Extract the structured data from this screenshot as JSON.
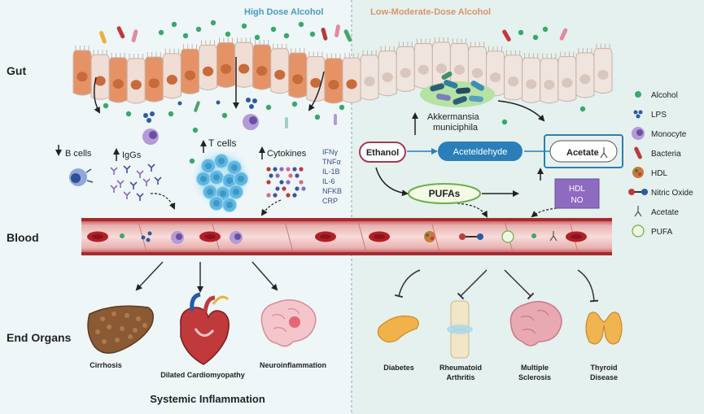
{
  "panels": {
    "left_title": "High Dose Alcohol",
    "right_title": "Low-Moderate-Dose Alcohol"
  },
  "rows": {
    "gut": "Gut",
    "blood": "Blood",
    "end_organs": "End Organs"
  },
  "high_dose": {
    "b_cells": "B cells",
    "iggs": "IgGs",
    "t_cells": "T cells",
    "cytokines": "Cytokines",
    "cytokine_list": [
      "IFNγ",
      "TNFα",
      "IL-1B",
      "IL-6",
      "NFKB",
      "CRP"
    ],
    "organs": [
      "Cirrhosis",
      "Dilated Cardiomyopathy",
      "Neuroinflammation"
    ],
    "summary": "Systemic Inflammation"
  },
  "low_dose": {
    "akkermansia_line1": "Akkermansia",
    "akkermansia_line2": "municiphila",
    "ethanol": "Ethanol",
    "aceteldehyde": "Aceteldehyde",
    "acetate": "Acetate",
    "pufas": "PUFAs",
    "hdl": "HDL",
    "no": "NO",
    "organs": [
      {
        "line1": "Diabetes",
        "line2": ""
      },
      {
        "line1": "Rheumatoid",
        "line2": "Arthritis"
      },
      {
        "line1": "Multiple",
        "line2": "Sclerosis"
      },
      {
        "line1": "Thyroid",
        "line2": "Disease"
      }
    ]
  },
  "legend": {
    "items": [
      {
        "label": "Alcohol",
        "icon": "alcohol-dot-icon"
      },
      {
        "label": "LPS",
        "icon": "lps-icon"
      },
      {
        "label": "Monocyte",
        "icon": "monocyte-icon"
      },
      {
        "label": "Bacteria",
        "icon": "bacteria-icon"
      },
      {
        "label": "HDL",
        "icon": "hdl-icon"
      },
      {
        "label": "Nitric Oxide",
        "icon": "nitric-oxide-icon"
      },
      {
        "label": "Acetate",
        "icon": "acetate-icon"
      },
      {
        "label": "PUFA",
        "icon": "pufa-icon"
      }
    ]
  },
  "colors": {
    "left_bg": "#eef6f8",
    "right_bg": "#e4f1ee",
    "vessel": "#c73b3f",
    "vessel_lumen": "#f6d6d4",
    "epithelium_left": "#e59366",
    "epithelium_right": "#efe4de",
    "alcohol": "#3aa86b",
    "accent_blue": "#2a7fb8",
    "hdl_box": "#8e6ac0"
  }
}
